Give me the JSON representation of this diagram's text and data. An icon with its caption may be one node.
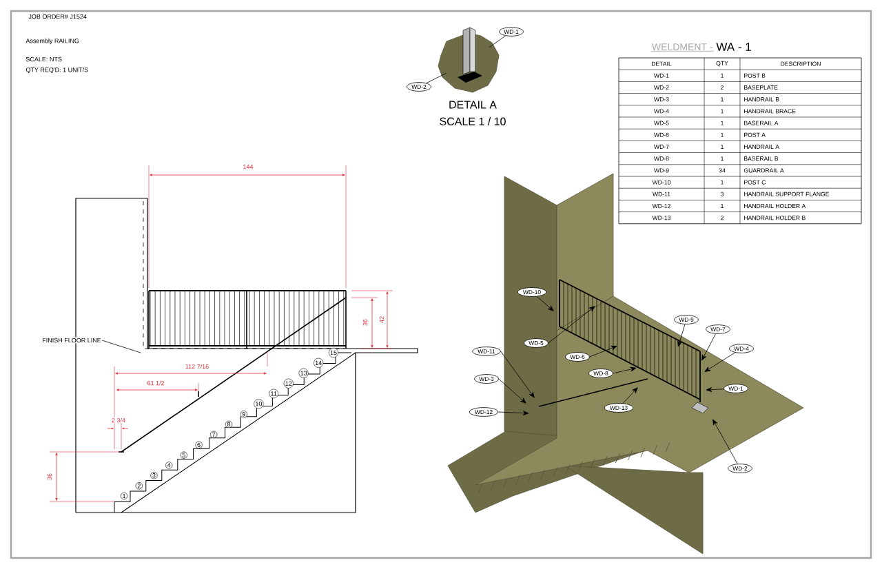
{
  "diagram": {
    "nodes": [
      {
        "text": [
          "WD-1"
        ]
      },
      {
        "text": [
          "WD-2"
        ]
      },
      {
        "text": [],
        "shape": "picture"
      },
      {
        "text": [
          "FINISH FLOOR LINE"
        ]
      },
      {
        "text": [
          "WD-10"
        ]
      },
      {
        "text": [
          "WD-5"
        ]
      },
      {
        "text": [
          "WD-9"
        ]
      },
      {
        "text": [
          "WD-7"
        ]
      },
      {
        "text": [
          "WD-4"
        ]
      },
      {
        "text": [
          "WD-11"
        ]
      },
      {
        "text": [
          "WD-6"
        ]
      },
      {
        "text": [
          "WD-8"
        ]
      },
      {
        "text": [
          "WD-3"
        ]
      },
      {
        "text": [
          "WD-1"
        ]
      },
      {
        "text": [
          "WD-13"
        ]
      },
      {
        "text": [
          "WD-12"
        ]
      },
      {
        "text": [
          "WD-2"
        ]
      }
    ],
    "edges": [
      {
        "from": 0,
        "to": 2,
        "arrow": "none"
      },
      {
        "from": 1,
        "to": 2,
        "arrow": "none"
      },
      {
        "from": 3,
        "to": null,
        "arrow": "none"
      },
      {
        "from": 4,
        "to": null,
        "arrow": "to"
      },
      {
        "from": 5,
        "to": null,
        "arrow": "to"
      },
      {
        "from": 6,
        "to": null,
        "arrow": "to"
      },
      {
        "from": 7,
        "to": null,
        "arrow": "to"
      },
      {
        "from": 8,
        "to": null,
        "arrow": "to"
      },
      {
        "from": 9,
        "to": null,
        "arrow": "to"
      },
      {
        "from": 10,
        "to": null,
        "arrow": "to"
      },
      {
        "from": 11,
        "to": null,
        "arrow": "to"
      },
      {
        "from": 12,
        "to": null,
        "arrow": "to"
      },
      {
        "from": 13,
        "to": null,
        "arrow": "to"
      },
      {
        "from": 14,
        "to": null,
        "arrow": "to"
      },
      {
        "from": 15,
        "to": null,
        "arrow": "to"
      },
      {
        "from": 16,
        "to": null,
        "arrow": "to"
      }
    ],
    "labels": [
      "JOB ORDER# J1524",
      "Assembly RAILING",
      "SCALE: NTS",
      "QTY REQ'D: 1 UNIT/S",
      "DETAIL A",
      "SCALE 1 / 10",
      "WELDMENT -",
      "WA - 1",
      "DETAIL",
      "QTY",
      "DESCRIPTION",
      "WD-1",
      "1",
      "POST B",
      "WD-2",
      "2",
      "BASEPLATE",
      "WD-3",
      "1",
      "HANDRAIL B",
      "WD-4",
      "1",
      "HANDRAIL BRACE",
      "WD-5",
      "1",
      "BASERAIL A",
      "WD-6",
      "1",
      "POST A",
      "WD-7",
      "1",
      "HANDRAIL A",
      "WD-8",
      "1",
      "BASERAIL B",
      "WD-9",
      "34",
      "GUARDRAIL A",
      "WD-10",
      "1",
      "POST C",
      "WD-11",
      "3",
      "HANDRAIL SUPPORT FLANGE",
      "WD-12",
      "1",
      "HANDRAIL HOLDER A",
      "WD-13",
      "2",
      "HANDRAIL HOLDER B",
      "144",
      "36",
      "42",
      "112 7/16",
      "61 1/2",
      "2 3/4",
      "36",
      "1",
      "2",
      "3",
      "4",
      "5",
      "6",
      "7",
      "8",
      "9",
      "10",
      "11",
      "12",
      "13",
      "14",
      "15"
    ]
  }
}
